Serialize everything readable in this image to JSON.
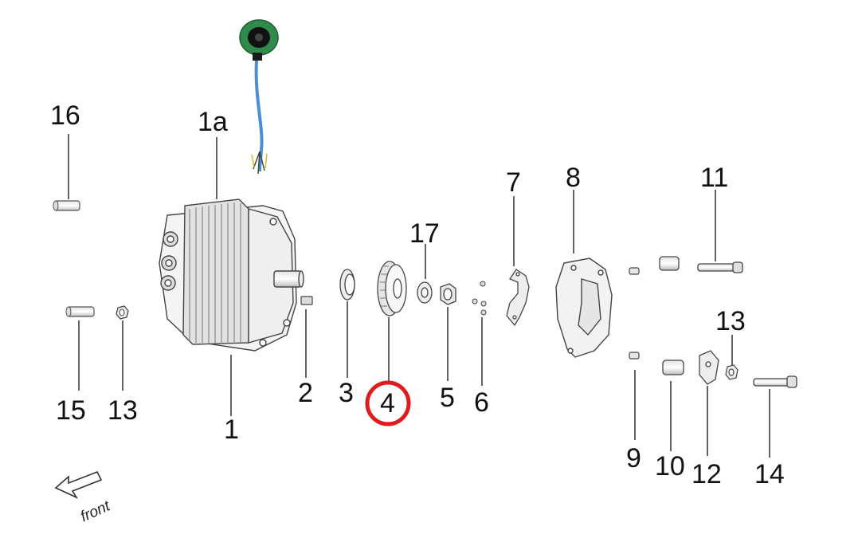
{
  "diagram": {
    "parts": [
      {
        "id": "p16",
        "label": "16"
      },
      {
        "id": "p1a",
        "label": "1a"
      },
      {
        "id": "p1",
        "label": "1"
      },
      {
        "id": "p15",
        "label": "15"
      },
      {
        "id": "p13a",
        "label": "13"
      },
      {
        "id": "p2",
        "label": "2"
      },
      {
        "id": "p3",
        "label": "3"
      },
      {
        "id": "p4",
        "label": "4"
      },
      {
        "id": "p17",
        "label": "17"
      },
      {
        "id": "p5",
        "label": "5"
      },
      {
        "id": "p6",
        "label": "6"
      },
      {
        "id": "p7",
        "label": "7"
      },
      {
        "id": "p8",
        "label": "8"
      },
      {
        "id": "p11",
        "label": "11"
      },
      {
        "id": "p13b",
        "label": "13"
      },
      {
        "id": "p9",
        "label": "9"
      },
      {
        "id": "p10",
        "label": "10"
      },
      {
        "id": "p12",
        "label": "12"
      },
      {
        "id": "p14",
        "label": "14"
      }
    ],
    "highlighted_part": "4",
    "highlight_color": "#e01b1b",
    "direction_label": "front"
  }
}
